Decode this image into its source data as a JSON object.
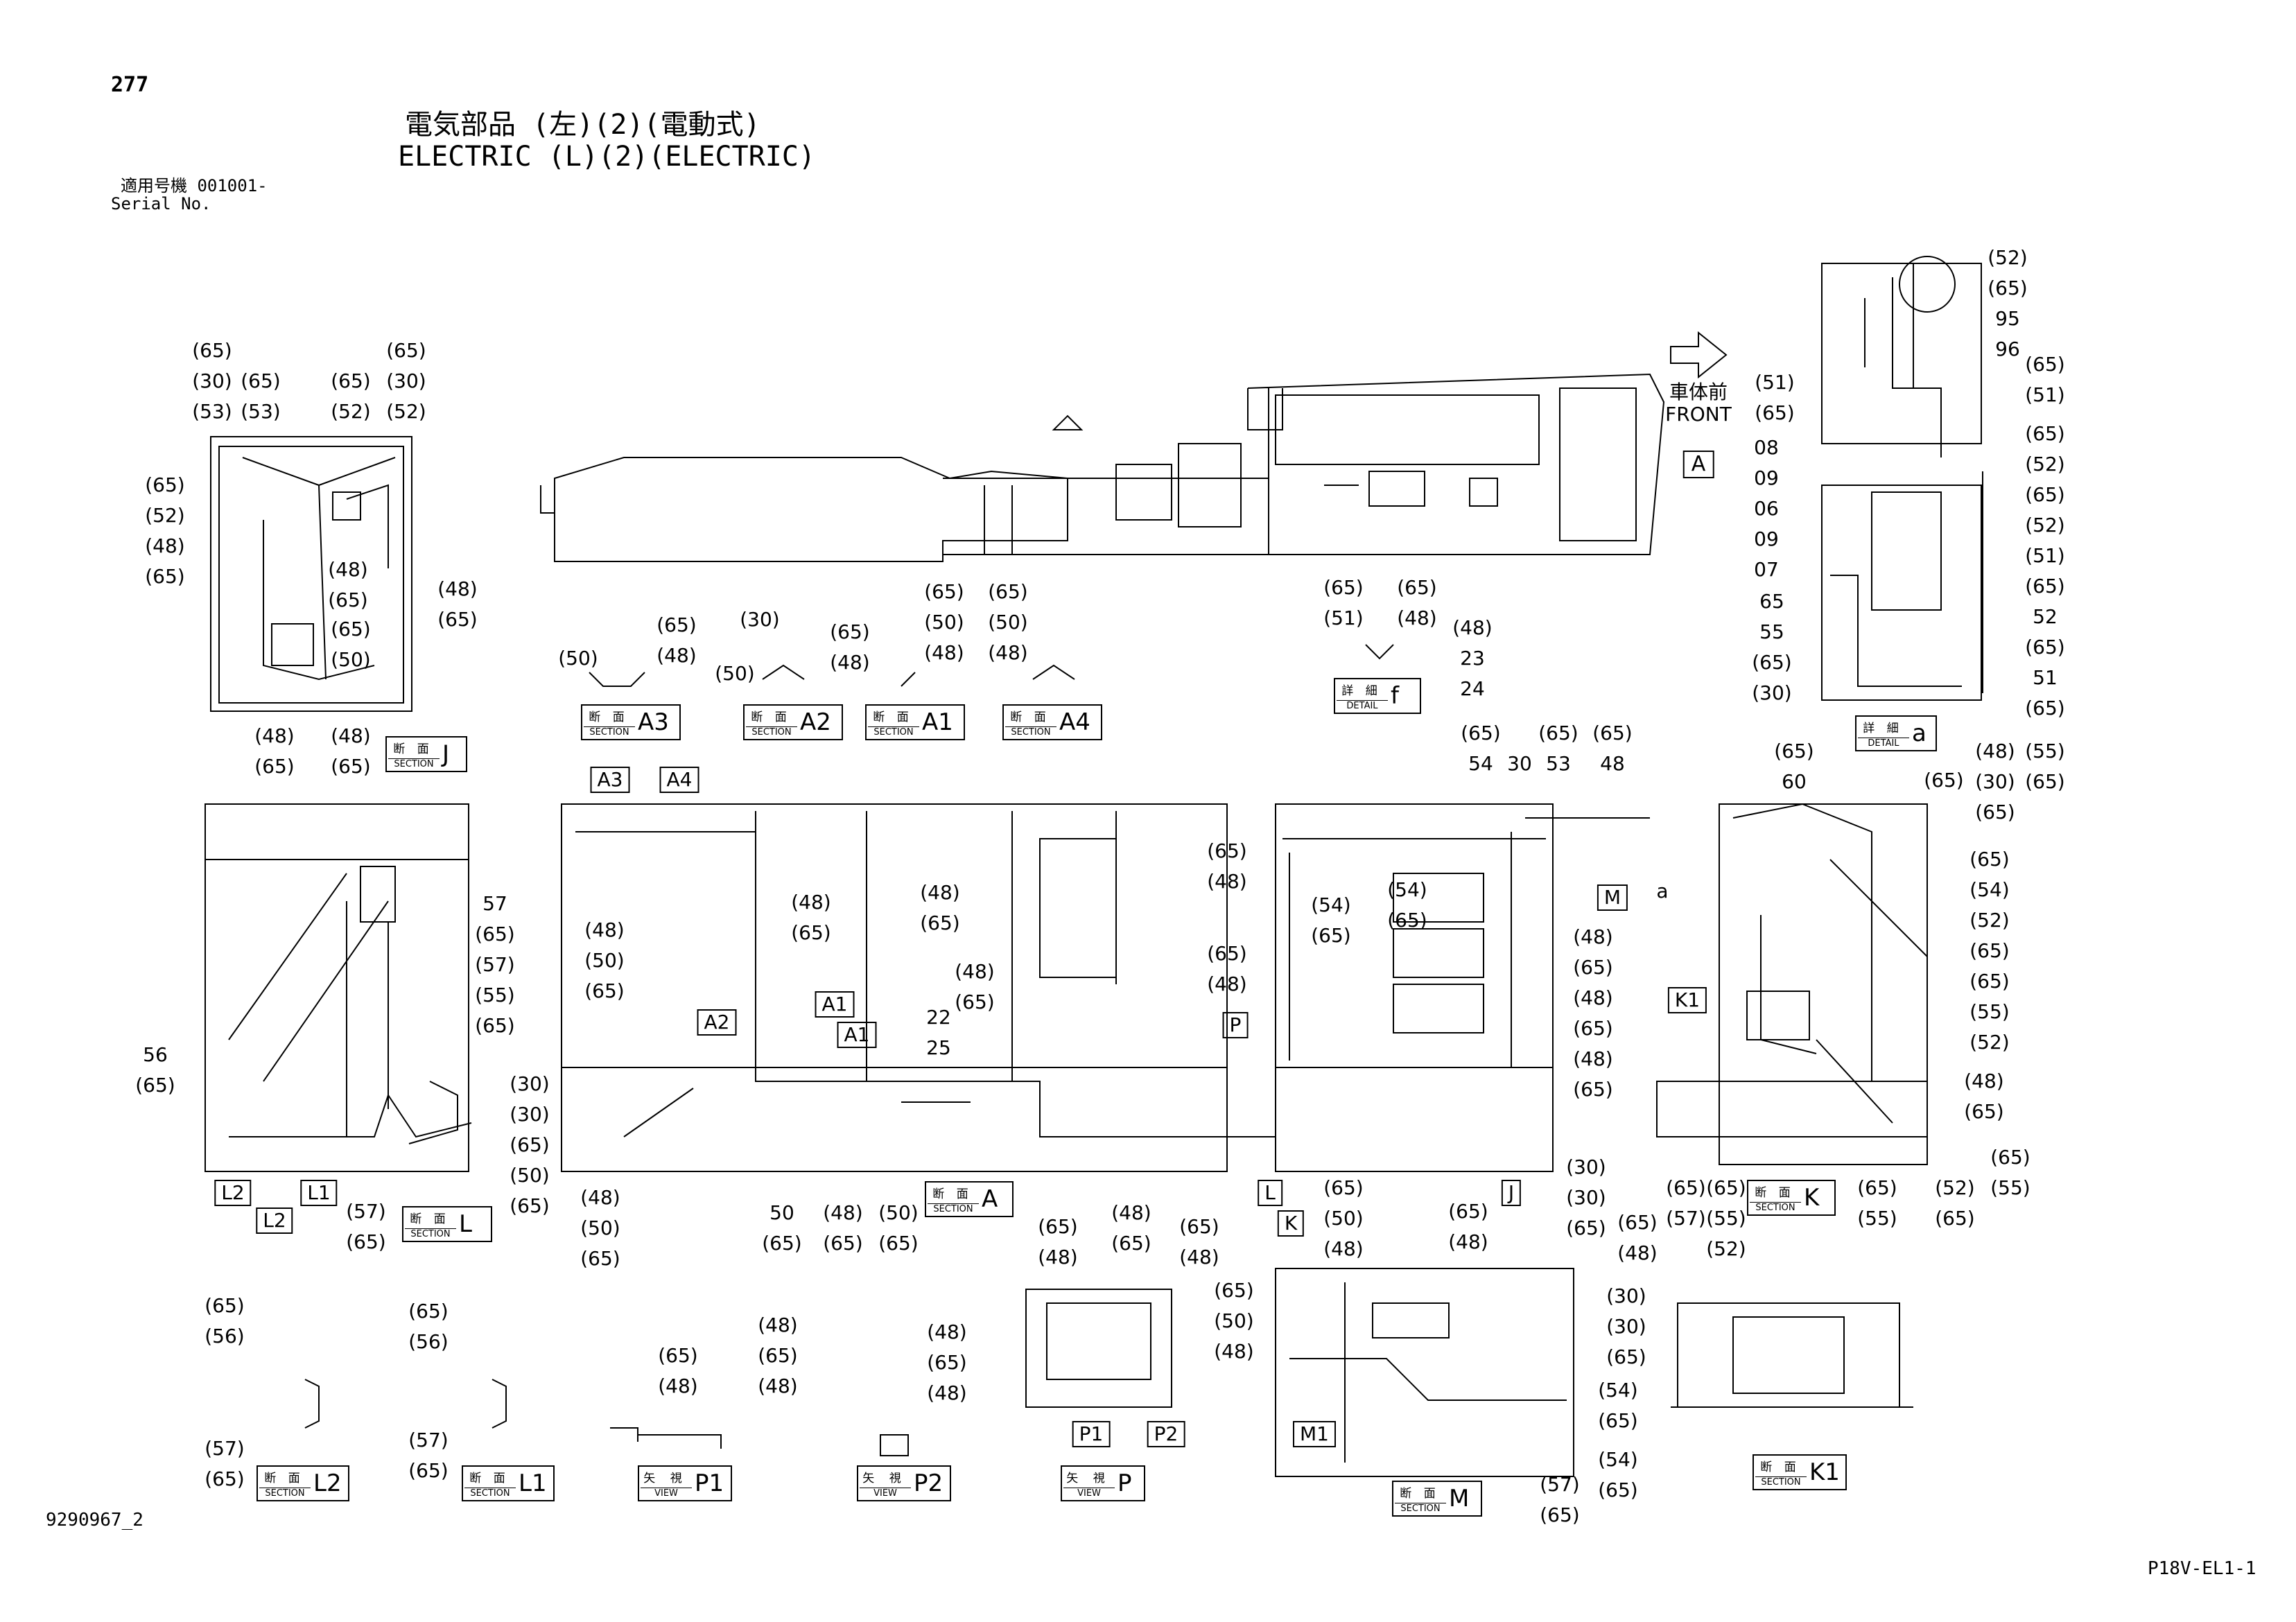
{
  "header": {
    "page_no": "277",
    "title_jp": "電気部品 (左)(2)(電動式)",
    "title_en": "ELECTRIC (L)(2)(ELECTRIC)",
    "serial_jp": "適用号機 001001-",
    "serial_en": "Serial No."
  },
  "footer": {
    "drawing_no": "9290967_2",
    "sheet_code": "P18V-EL1-1"
  },
  "front_arrow": {
    "jp": "車体前",
    "en": "FRONT"
  },
  "section_boxes": [
    {
      "jp": "断 面",
      "en": "SECTION",
      "id": "J"
    },
    {
      "jp": "断 面",
      "en": "SECTION",
      "id": "A3"
    },
    {
      "jp": "断 面",
      "en": "SECTION",
      "id": "A2"
    },
    {
      "jp": "断 面",
      "en": "SECTION",
      "id": "A1"
    },
    {
      "jp": "断 面",
      "en": "SECTION",
      "id": "A4"
    },
    {
      "jp": "詳 細",
      "en": "DETAIL",
      "id": "f"
    },
    {
      "jp": "詳 細",
      "en": "DETAIL",
      "id": "a"
    },
    {
      "jp": "断 面",
      "en": "SECTION",
      "id": "L"
    },
    {
      "jp": "断 面",
      "en": "SECTION",
      "id": "A"
    },
    {
      "jp": "断 面",
      "en": "SECTION",
      "id": "K"
    },
    {
      "jp": "断 面",
      "en": "SECTION",
      "id": "L2"
    },
    {
      "jp": "断 面",
      "en": "SECTION",
      "id": "L1"
    },
    {
      "jp": "矢 視",
      "en": "VIEW",
      "id": "P1"
    },
    {
      "jp": "矢 視",
      "en": "VIEW",
      "id": "P2"
    },
    {
      "jp": "矢 視",
      "en": "VIEW",
      "id": "P"
    },
    {
      "jp": "断 面",
      "en": "SECTION",
      "id": "M"
    },
    {
      "jp": "断 面",
      "en": "SECTION",
      "id": "K1"
    }
  ],
  "view_markers": [
    "A",
    "A3",
    "A4",
    "A2",
    "A1",
    "A1",
    "P",
    "M",
    "K1",
    "L2",
    "L1",
    "L2",
    "L",
    "K",
    "J",
    "P1",
    "P2",
    "M1"
  ],
  "detail_letters": [
    "a"
  ],
  "callouts": [
    "(65)\n(30)\n(53)",
    "(65)\n(53)",
    "(65)\n(52)",
    "(65)\n(30)\n(52)",
    "(65)\n(52)\n(48)\n(65)",
    "(48)\n(65)",
    "(65)\n(50)",
    "(48)\n(65)",
    "(48)\n(65)",
    "(48)\n(65)",
    "(65)\n(48)",
    "(50)",
    "(30)",
    "(50)",
    "(65)\n(48)",
    "(65)\n(50)\n(48)",
    "(65)\n(50)\n(48)",
    "(65)\n(51)",
    "(65)\n(48)",
    "(48)\n23\n24",
    "(52)\n(65)\n95\n96",
    "(65)\n(51)",
    "(51)\n(65)",
    "08\n09\n06\n09\n07",
    "(65)\n(52)\n(65)\n(52)\n(51)\n(65)\n52\n(65)\n51\n(65)",
    "65\n55\n(65)\n(30)",
    "(48)\n(30)\n(65)",
    "(55)\n(65)",
    "57\n(65)\n(57)\n(55)\n(65)",
    "56\n(65)",
    "(30)\n(30)\n(65)\n(50)\n(65)",
    "(57)\n(65)",
    "(48)\n(50)\n(65)",
    "(48)\n(65)",
    "(48)\n(65)",
    "(65)\n(48)",
    "(65)\n(48)",
    "(48)\n(65)",
    "22\n25",
    "(48)\n(50)\n(65)",
    "50\n(65)",
    "(48)\n(65)",
    "(50)\n(65)",
    "(48)\n(65)",
    "(65)\n54",
    "30",
    "(65)\n53",
    "(65)\n48",
    "(54)\n(65)",
    "(54)\n(65)",
    "(48)\n(65)\n(48)\n(65)\n(48)\n(65)",
    "(65)\n60",
    "(65)",
    "(65)\n(54)\n(52)\n(65)\n(65)\n(55)\n(52)",
    "(48)\n(65)",
    "(65)\n(55)",
    "(65)\n(57)",
    "(65)\n(55)\n(52)",
    "(65)\n(55)",
    "(52)\n(65)",
    "(65)\n(50)\n(48)",
    "(65)\n(48)",
    "(30)\n(30)\n(65)",
    "(65)\n(48)",
    "(65)\n(56)",
    "(57)\n(65)",
    "(65)\n(56)",
    "(57)\n(65)",
    "(65)\n(48)",
    "(48)\n(65)\n(48)",
    "(48)\n(65)\n(48)",
    "(65)\n(48)",
    "(65)\n(48)",
    "(65)\n(50)\n(48)",
    "(30)\n(30)\n(65)",
    "(54)\n(65)",
    "(54)\n(65)",
    "(57)\n(65)"
  ]
}
